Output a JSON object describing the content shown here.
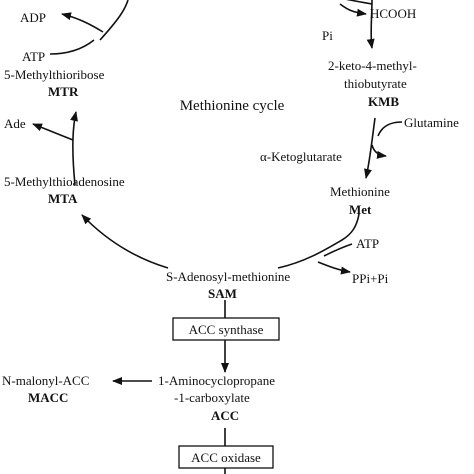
{
  "diagram": {
    "title": "Methionine cycle",
    "nodes": {
      "mtr_name": "5-Methylthioribose",
      "mtr_abbr": "MTR",
      "kmb_name_1": "2-keto-4-methyl-",
      "kmb_name_2": "thiobutyrate",
      "kmb_abbr": "KMB",
      "mta_name": "5-Methylthioadenosine",
      "mta_abbr": "MTA",
      "met_name": "Methionine",
      "met_abbr": "Met",
      "sam_name": "S-Adenosyl-methionine",
      "sam_abbr": "SAM",
      "acc_name_1": "1-Aminocyclopropane",
      "acc_name_2": "-1-carboxylate",
      "acc_abbr": "ACC",
      "macc_name": "N-malonyl-ACC",
      "macc_abbr": "MACC"
    },
    "cofactors": {
      "adp": "ADP",
      "atp_top": "ATP",
      "hcooh": "HCOOH",
      "pi": "Pi",
      "ade": "Ade",
      "glutamine": "Glutamine",
      "ketoglutarate": "α-Ketoglutarate",
      "atp_sam": "ATP",
      "ppi_pi": "PPi+Pi"
    },
    "enzymes": {
      "acc_synthase": "ACC synthase",
      "acc_oxidase": "ACC oxidase"
    }
  }
}
